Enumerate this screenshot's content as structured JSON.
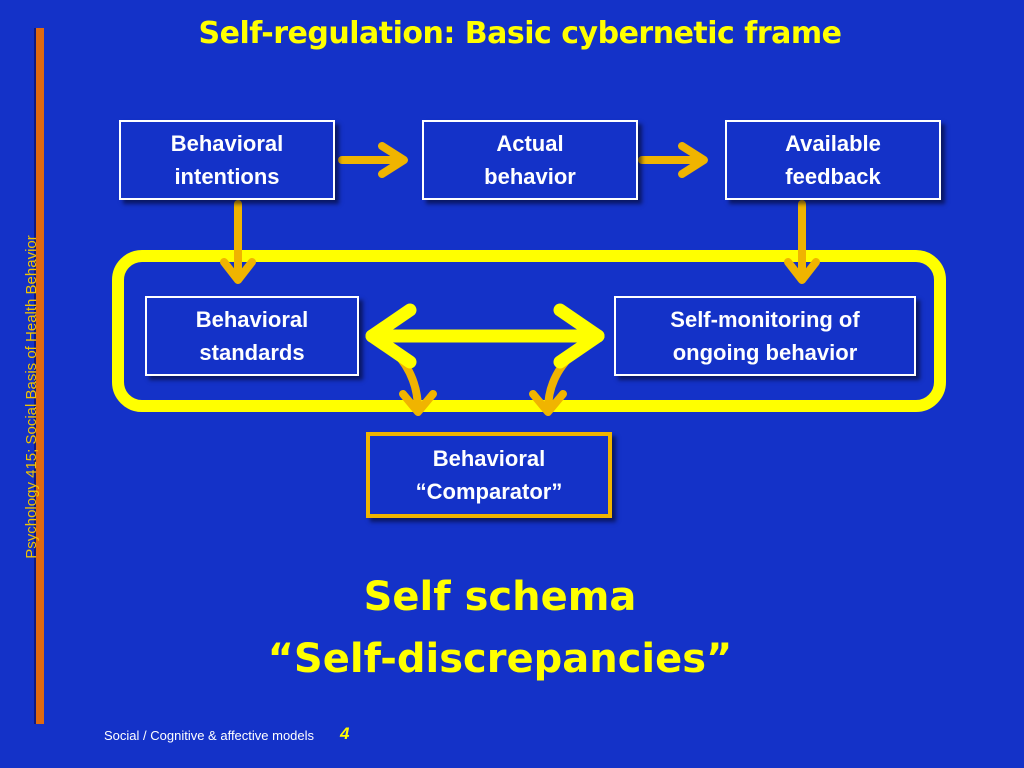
{
  "sidebar": {
    "text": "Psychology 415; Social Basis of Health Behavior"
  },
  "title": "Self-regulation: Basic cybernetic frame",
  "diagram": {
    "nodes": {
      "intentions": "Behavioral\nintentions",
      "actual": "Actual\nbehavior",
      "feedback": "Available\nfeedback",
      "standards": "Behavioral\nstandards",
      "monitoring": "Self-monitoring of\nongoing behavior",
      "comparator": "Behavioral\n“Comparator”"
    }
  },
  "bottom": {
    "line1": "Self schema",
    "line2": "“Self-discrepancies”"
  },
  "footer": {
    "text": "Social / Cognitive & affective models",
    "page": "4"
  },
  "colors": {
    "background": "#1432c8",
    "accent_yellow": "#ffff00",
    "arrow_orange": "#f0b400",
    "sidebar_line": "#e06a10"
  }
}
